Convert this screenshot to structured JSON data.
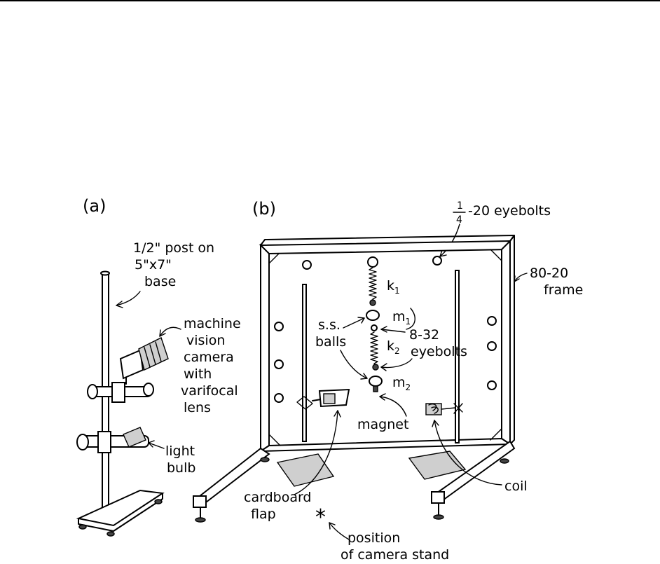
{
  "panel_a": {
    "tag": "(a)",
    "post_label": [
      "1/2\" post on",
      "5\"x7\"",
      "base"
    ],
    "camera_label": [
      "machine",
      "vision",
      "camera",
      "with",
      "varifocal",
      "lens"
    ],
    "bulb_label": [
      "light",
      "bulb"
    ]
  },
  "panel_b": {
    "tag": "(b)",
    "eyebolts_top_label": "-20 eyebolts",
    "eyebolts_top_fraction": {
      "num": "1",
      "den": "4"
    },
    "frame_label": [
      "80-20",
      "frame"
    ],
    "k1_label": "k",
    "k1_sub": "1",
    "m1_label": "m",
    "m1_sub": "1",
    "k2_label": "k",
    "k2_sub": "2",
    "m2_label": "m",
    "m2_sub": "2",
    "balls_label": [
      "s.s.",
      "balls"
    ],
    "eyebolts_mid_label": [
      "8-32",
      "eyebolts"
    ],
    "magnet_label": "magnet",
    "flap_label": [
      "cardboard",
      "flap"
    ],
    "coil_label": "coil",
    "camera_pos_mark": "*",
    "camera_pos_label": [
      "position",
      "of camera stand"
    ]
  }
}
